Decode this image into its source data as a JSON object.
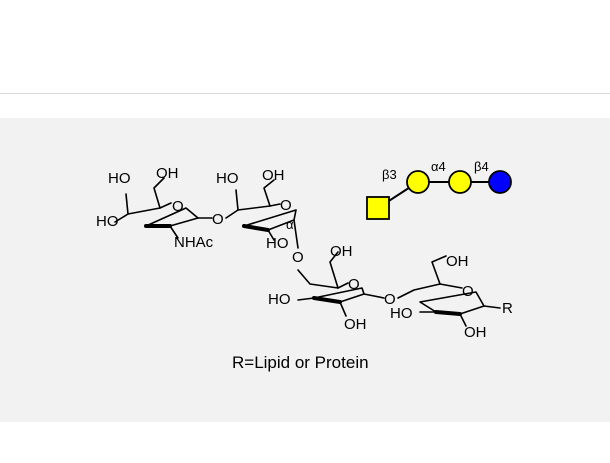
{
  "structure": {
    "labels": {
      "ho_1": "HO",
      "oh_1": "OH",
      "ho_2": "HO",
      "ring_o_1": "O",
      "link_o_1": "O",
      "nhac": "NHAc",
      "ho_3": "HO",
      "oh_2": "OH",
      "ring_o_2": "O",
      "alpha_sym": "α",
      "ho_4": "HO",
      "link_o_2": "O",
      "oh_3": "OH",
      "ring_o_3": "O",
      "ho_5": "HO",
      "oh_4": "OH",
      "link_o_3": "O",
      "oh_5": "OH",
      "ring_o_4": "O",
      "ho_6": "HO",
      "oh_6": "OH",
      "r_group": "R"
    },
    "caption": "R=Lipid or Protein"
  },
  "glycan_symbol": {
    "linkages": [
      "β3",
      "α4",
      "β4"
    ],
    "colors": {
      "galnac_square": "#FFFF00",
      "galactose_circle": "#FFFF00",
      "glucose_circle": "#0000FF",
      "outline": "#000000"
    }
  }
}
